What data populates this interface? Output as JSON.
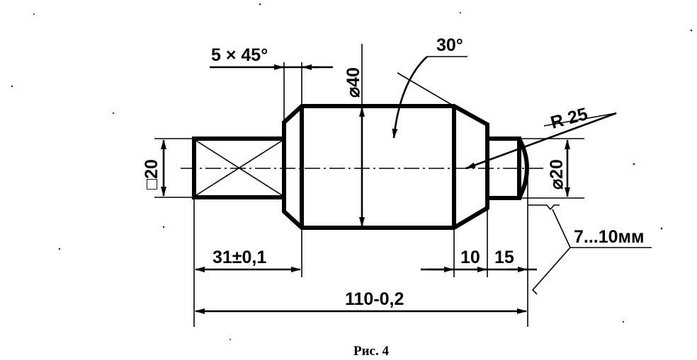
{
  "labels": {
    "chamfer": "5 × 45°",
    "diameter_40": "⌀40",
    "angle": "30°",
    "radius": "R 25",
    "square_20": "□20",
    "diameter_20": "⌀20",
    "length_31": "31±0,1",
    "length_10": "10",
    "length_15": "15",
    "knurl_zone": "7...10мм",
    "total_length": "110-0,2"
  },
  "caption": "Рис. 4"
}
